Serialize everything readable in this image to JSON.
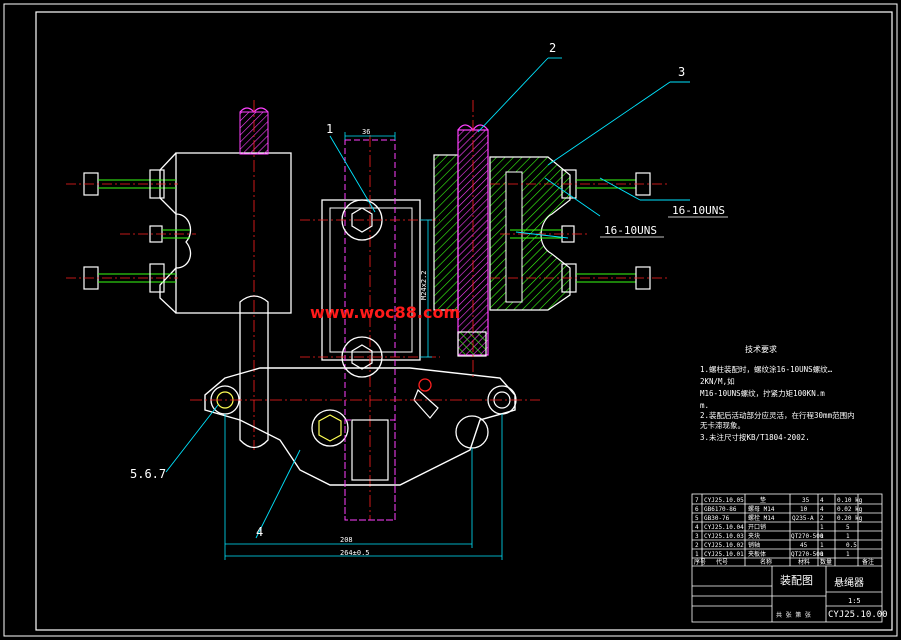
{
  "balloons": {
    "b1": "1",
    "b2": "2",
    "b3": "3",
    "b4": "4",
    "b567": "5.6.7"
  },
  "annotations": {
    "thread_a": "16-10UNS",
    "thread_b": "16-10UNS"
  },
  "dimensions": {
    "d36": "36",
    "d_vertical": "M24x2.2",
    "d208": "208",
    "d_overall": "264±0.5"
  },
  "watermark": "www.woc88.com",
  "tech_requirements": {
    "title": "技术要求",
    "lines": [
      "1.螺柱装配时，螺纹涂16-10UNS螺纹…",
      "2KN/M,如",
      "  M16-10UNS螺纹，拧紧力矩100KN.m",
      "m.",
      "2.装配后活动部分应灵活，在行程30mm范围内",
      "  无卡滞现象。",
      "3.未注尺寸按KB/T1804-2002."
    ]
  },
  "title_block": {
    "rows": [
      {
        "no": "7",
        "code": "CYJ25.10.05",
        "name": "垫",
        "qty": "4",
        "mat": "35",
        "note": "0.10 kg"
      },
      {
        "no": "6",
        "code": "GB6170-86",
        "name": "螺母 M14",
        "qty": "4",
        "mat": "10",
        "note": "0.02 kg"
      },
      {
        "no": "5",
        "code": "GB30-76",
        "name": "螺栓 M14",
        "qty": "2",
        "mat": "Q235-A",
        "note": "0.20 kg"
      },
      {
        "no": "4",
        "code": "CYJ25.10.04",
        "name": "开口销",
        "qty": "1",
        "mat": "",
        "note": "5"
      },
      {
        "no": "3",
        "code": "CYJ25.10.03",
        "name": "夹块",
        "qty": "1",
        "mat": "QT270-500",
        "note": "1"
      },
      {
        "no": "2",
        "code": "CYJ25.10.02",
        "name": "销轴",
        "qty": "1",
        "mat": "45",
        "note": "0.5"
      },
      {
        "no": "1",
        "code": "CYJ25.10.01",
        "name": "夹板体",
        "qty": "1",
        "mat": "QT270-500",
        "note": "1"
      }
    ],
    "header": [
      "序号",
      "代号",
      "名称",
      "数量",
      "材料",
      "备注"
    ],
    "drawing_name": "装配图",
    "product": "悬绳器",
    "drawing_no": "CYJ25.10.00",
    "scale": "1:5",
    "sheet_note": "共 张 第 张"
  }
}
